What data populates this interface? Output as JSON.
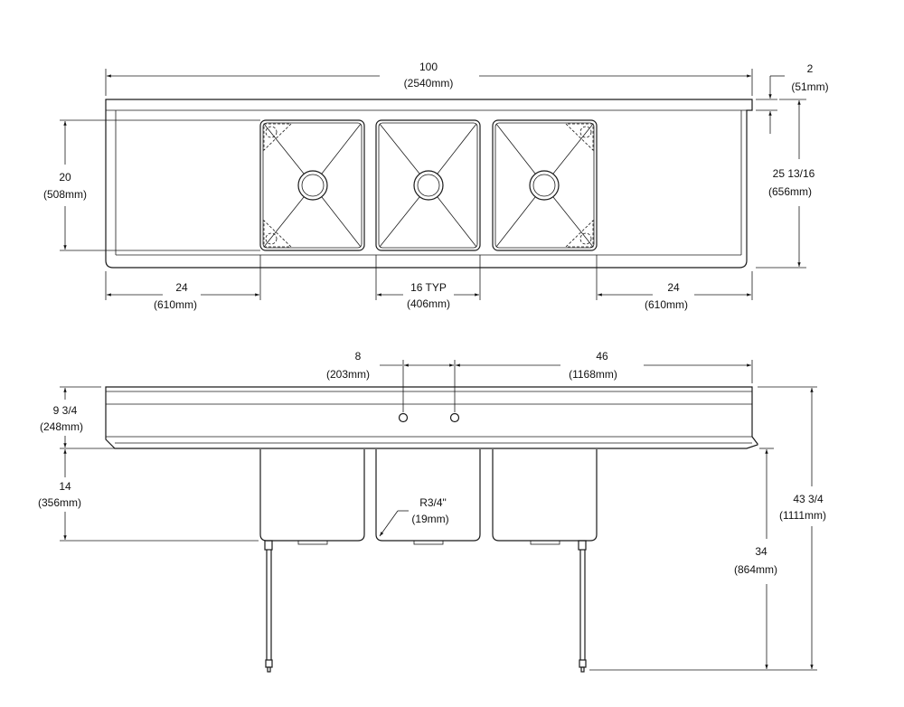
{
  "top_view": {
    "overall_width": {
      "value": "100",
      "metric": "(2540mm)"
    },
    "backsplash": {
      "value": "2",
      "metric": "(51mm)"
    },
    "bowl_depth": {
      "value": "20",
      "metric": "(508mm)"
    },
    "overall_depth": {
      "value": "25 13/16",
      "metric": "(656mm)"
    },
    "left_drainboard": {
      "value": "24",
      "metric": "(610mm)"
    },
    "bowl_width": {
      "value": "16 TYP",
      "metric": "(406mm)"
    },
    "right_drainboard": {
      "value": "24",
      "metric": "(610mm)"
    }
  },
  "front_view": {
    "faucet_spacing": {
      "value": "8",
      "metric": "(203mm)"
    },
    "faucet_to_end": {
      "value": "46",
      "metric": "(1168mm)"
    },
    "splash_height": {
      "value": "9 3/4",
      "metric": "(248mm)"
    },
    "bowl_height": {
      "value": "14",
      "metric": "(356mm)"
    },
    "corner_radius": {
      "value": "R3/4\"",
      "metric": "(19mm)"
    },
    "floor_to_rim": {
      "value": "34",
      "metric": "(864mm)"
    },
    "overall_height": {
      "value": "43 3/4",
      "metric": "(1111mm)"
    }
  },
  "colors": {
    "line": "#1a1a1a",
    "background": "#ffffff"
  }
}
